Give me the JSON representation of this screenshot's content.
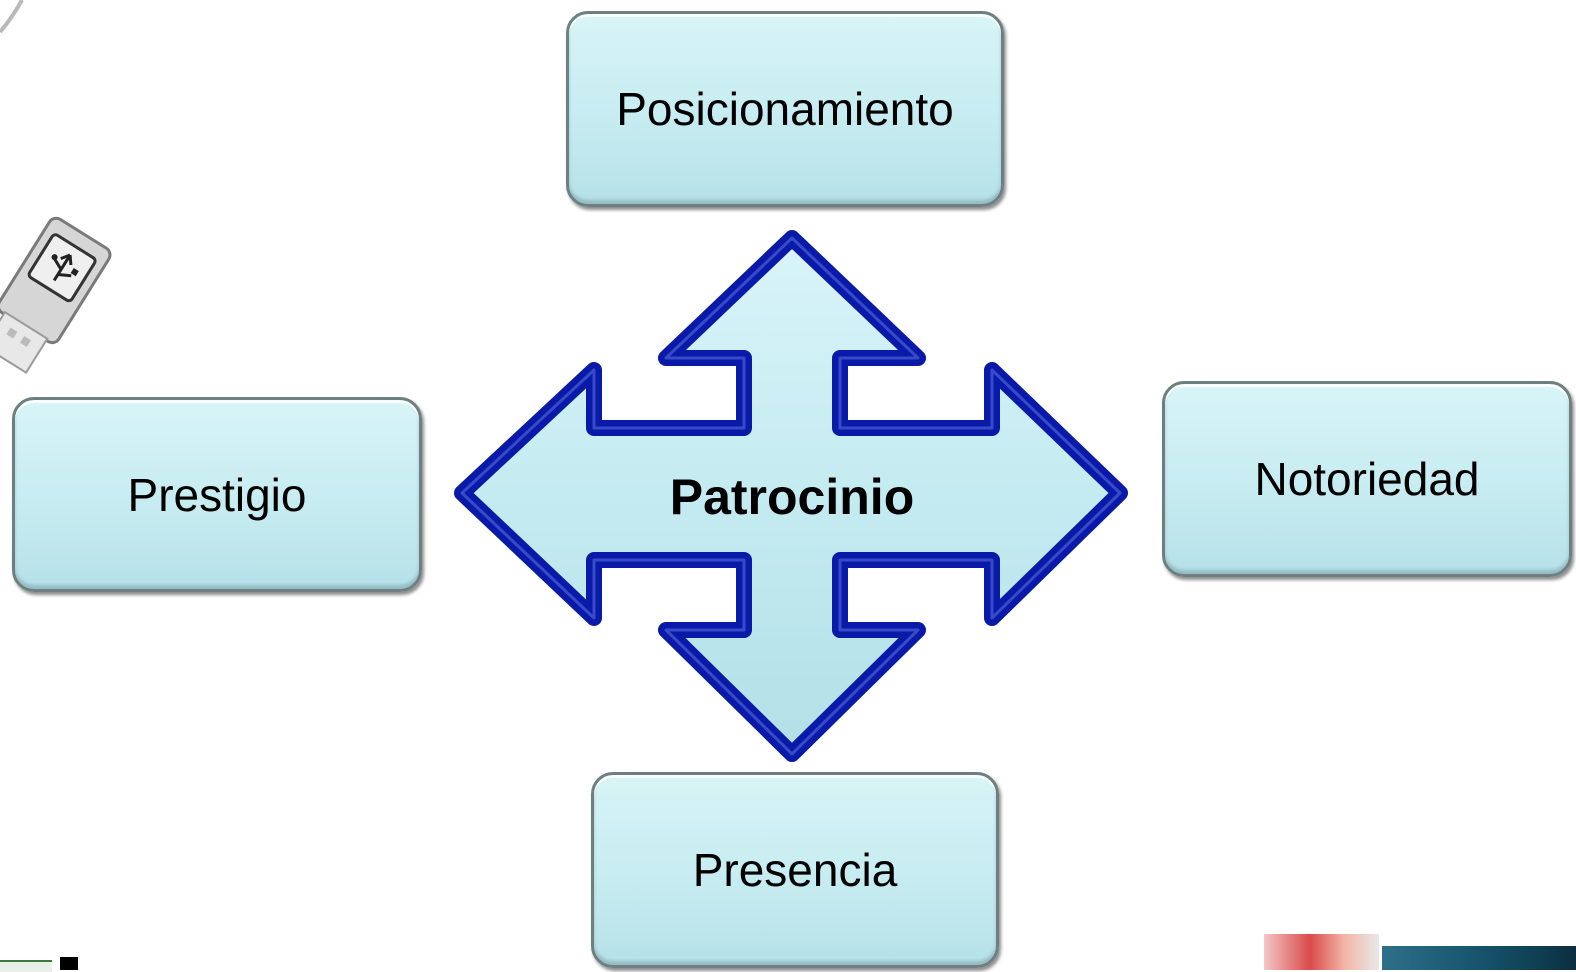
{
  "diagram": {
    "center": {
      "label": "Patrocinio"
    },
    "nodes": {
      "top": {
        "label": "Posicionamiento"
      },
      "left": {
        "label": "Prestigio"
      },
      "right": {
        "label": "Notoriedad"
      },
      "bottom": {
        "label": "Presencia"
      }
    }
  },
  "colors": {
    "arrow_outline": "#0a1aa8",
    "box_fill": "#c6ecf1",
    "box_border": "#6e7f82"
  },
  "decorations": {
    "usb_icon": "usb-drive-icon"
  }
}
